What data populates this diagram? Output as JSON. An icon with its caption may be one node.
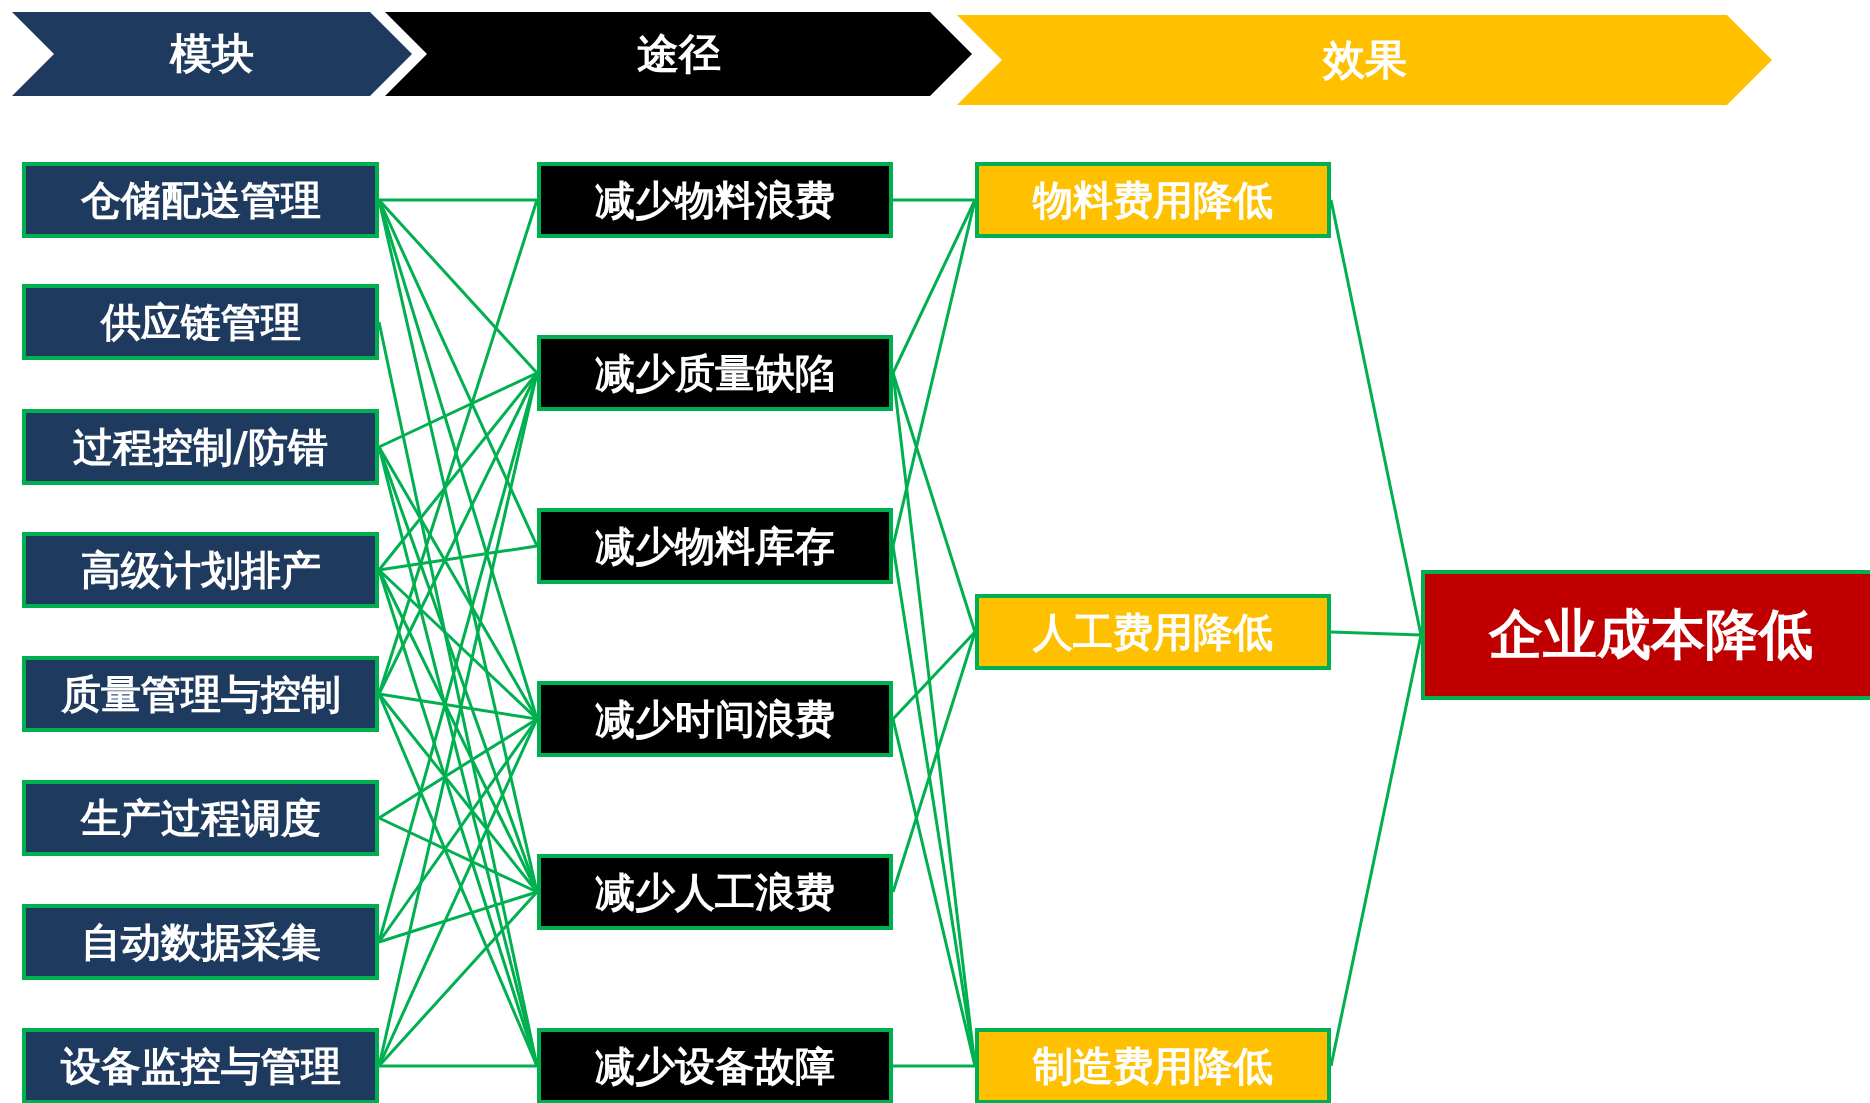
{
  "diagram": {
    "nodes": [
      {
        "text": [
          "模块"
        ]
      },
      {
        "text": [
          "途径"
        ]
      },
      {
        "text": [
          "效果"
        ]
      },
      {
        "text": [
          "仓储配送管理"
        ]
      },
      {
        "text": [
          "供应链管理"
        ]
      },
      {
        "text": [
          "过程控制/防错"
        ]
      },
      {
        "text": [
          "高级计划排产"
        ]
      },
      {
        "text": [
          "质量管理与控制"
        ]
      },
      {
        "text": [
          "生产过程调度"
        ]
      },
      {
        "text": [
          "自动数据采集"
        ]
      },
      {
        "text": [
          "设备监控与管理"
        ]
      },
      {
        "text": [
          "减少物料浪费"
        ]
      },
      {
        "text": [
          "减少质量缺陷"
        ]
      },
      {
        "text": [
          "减少物料库存"
        ]
      },
      {
        "text": [
          "减少时间浪费"
        ]
      },
      {
        "text": [
          "减少人工浪费"
        ]
      },
      {
        "text": [
          "减少设备故障"
        ]
      },
      {
        "text": [
          "物料费用降低"
        ]
      },
      {
        "text": [
          "人工费用降低"
        ]
      },
      {
        "text": [
          "制造费用降低"
        ]
      },
      {
        "text": [
          "企业成本降低"
        ]
      }
    ],
    "edges": [
      {
        "from": 3,
        "to": 11,
        "arrow": "none"
      },
      {
        "from": 3,
        "to": 12,
        "arrow": "none"
      },
      {
        "from": 3,
        "to": 13,
        "arrow": "none"
      },
      {
        "from": 3,
        "to": 14,
        "arrow": "none"
      },
      {
        "from": 3,
        "to": 15,
        "arrow": "none"
      },
      {
        "from": 4,
        "to": 16,
        "arrow": "none"
      },
      {
        "from": 5,
        "to": 12,
        "arrow": "none"
      },
      {
        "from": 5,
        "to": 14,
        "arrow": "none"
      },
      {
        "from": 5,
        "to": 15,
        "arrow": "none"
      },
      {
        "from": 5,
        "to": 16,
        "arrow": "none"
      },
      {
        "from": 6,
        "to": 12,
        "arrow": "none"
      },
      {
        "from": 6,
        "to": 13,
        "arrow": "none"
      },
      {
        "from": 6,
        "to": 14,
        "arrow": "none"
      },
      {
        "from": 6,
        "to": 15,
        "arrow": "none"
      },
      {
        "from": 6,
        "to": 16,
        "arrow": "none"
      },
      {
        "from": 7,
        "to": 11,
        "arrow": "none"
      },
      {
        "from": 7,
        "to": 12,
        "arrow": "none"
      },
      {
        "from": 7,
        "to": 14,
        "arrow": "none"
      },
      {
        "from": 7,
        "to": 15,
        "arrow": "none"
      },
      {
        "from": 7,
        "to": 16,
        "arrow": "none"
      },
      {
        "from": 8,
        "to": 14,
        "arrow": "none"
      },
      {
        "from": 8,
        "to": 15,
        "arrow": "none"
      },
      {
        "from": 9,
        "to": 12,
        "arrow": "none"
      },
      {
        "from": 9,
        "to": 14,
        "arrow": "none"
      },
      {
        "from": 9,
        "to": 15,
        "arrow": "none"
      },
      {
        "from": 10,
        "to": 12,
        "arrow": "none"
      },
      {
        "from": 10,
        "to": 14,
        "arrow": "none"
      },
      {
        "from": 10,
        "to": 15,
        "arrow": "none"
      },
      {
        "from": 10,
        "to": 16,
        "arrow": "none"
      },
      {
        "from": 11,
        "to": 17,
        "arrow": "none"
      },
      {
        "from": 12,
        "to": 17,
        "arrow": "none"
      },
      {
        "from": 13,
        "to": 17,
        "arrow": "none"
      },
      {
        "from": 12,
        "to": 18,
        "arrow": "none"
      },
      {
        "from": 14,
        "to": 18,
        "arrow": "none"
      },
      {
        "from": 15,
        "to": 18,
        "arrow": "none"
      },
      {
        "from": 12,
        "to": 19,
        "arrow": "none"
      },
      {
        "from": 13,
        "to": 19,
        "arrow": "none"
      },
      {
        "from": 14,
        "to": 19,
        "arrow": "none"
      },
      {
        "from": 16,
        "to": 19,
        "arrow": "none"
      },
      {
        "from": 17,
        "to": 20,
        "arrow": "none"
      },
      {
        "from": 18,
        "to": 20,
        "arrow": "none"
      },
      {
        "from": 19,
        "to": 20,
        "arrow": "none"
      }
    ]
  }
}
